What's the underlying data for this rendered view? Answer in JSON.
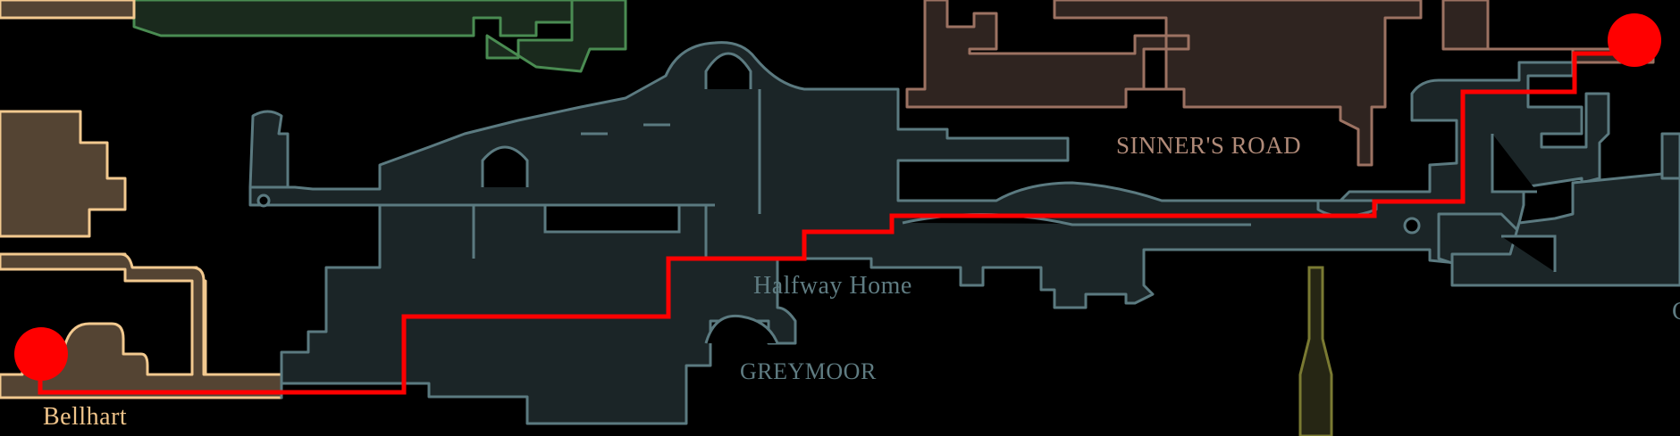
{
  "map": {
    "areas": {
      "bellhart": "Bellhart",
      "halfway_home": "Halfway Home",
      "greymoor": "GREYMOOR",
      "sinners_road": "SINNER'S ROAD",
      "edge_label_partial": "C"
    },
    "route": {
      "color": "#ff0000",
      "start": "Bellhart",
      "end": "Sinner's Road"
    },
    "colors": {
      "greymoor": "#1b2527",
      "bellhart": "#544433",
      "sinners_road": "#2f2420",
      "background": "#000000"
    }
  }
}
